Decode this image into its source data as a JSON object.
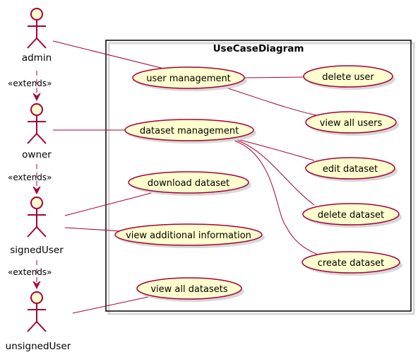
{
  "diagram": {
    "title": "UseCaseDiagram",
    "extends_label": "«extends»",
    "actors": {
      "admin": "admin",
      "owner": "owner",
      "signed_user": "signedUser",
      "unsigned_user": "unsignedUser"
    },
    "use_cases": {
      "user_management": "user management",
      "delete_user": "delete user",
      "view_all_users": "view all users",
      "dataset_management": "dataset management",
      "edit_dataset": "edit dataset",
      "delete_dataset": "delete dataset",
      "create_dataset": "create dataset",
      "download_dataset": "download dataset",
      "view_additional_information": "view additional information",
      "view_all_datasets": "view all datasets"
    }
  }
}
